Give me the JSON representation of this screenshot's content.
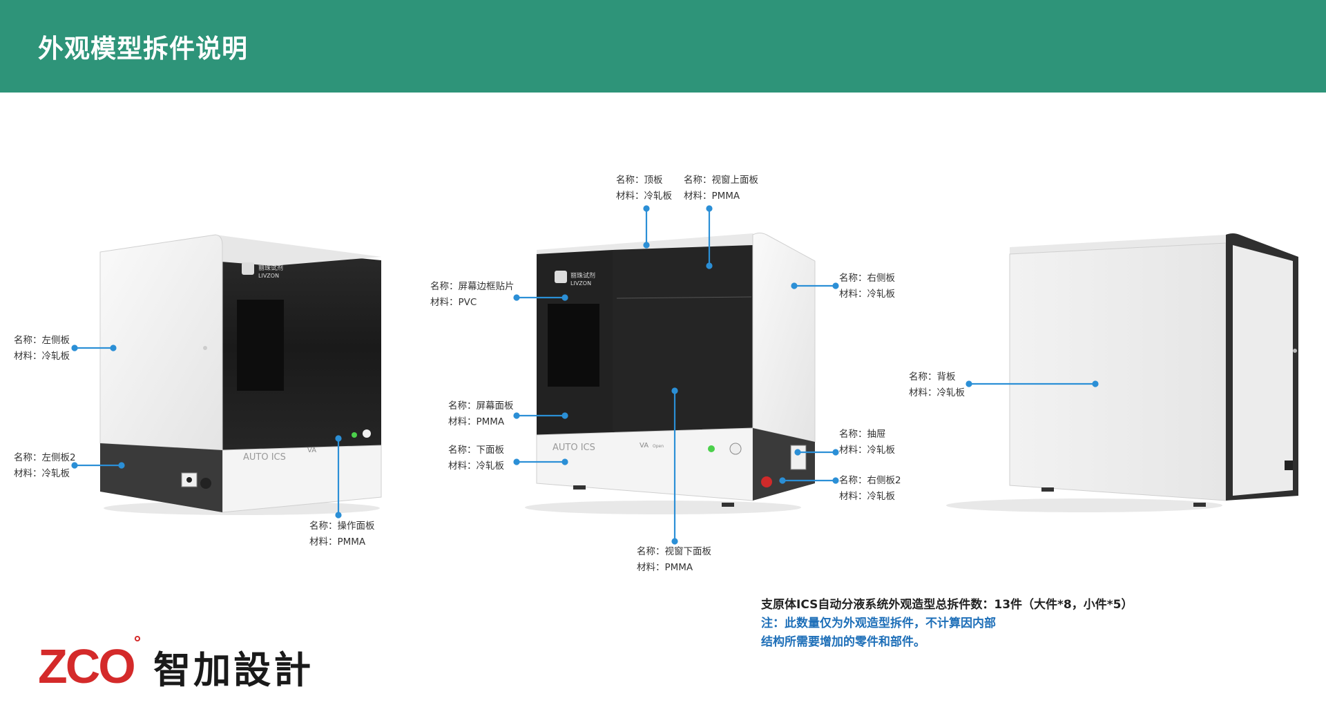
{
  "header": {
    "title": "外观模型拆件说明"
  },
  "device": {
    "brand_cn": "丽珠试剂",
    "brand_en": "LIVZON",
    "model_text": "AUTO  ICS",
    "va_text": "VA",
    "va_sub": "Open"
  },
  "callouts": {
    "left_panel": {
      "name": "名称：左侧板",
      "material": "材料：冷轧板"
    },
    "left_panel2": {
      "name": "名称：左侧板2",
      "material": "材料：冷轧板"
    },
    "control_panel": {
      "name": "名称：操作面板",
      "material": "材料：PMMA"
    },
    "top_panel": {
      "name": "名称：顶板",
      "material": "材料：冷轧板"
    },
    "window_upper": {
      "name": "名称：视窗上面板",
      "material": "材料：PMMA"
    },
    "screen_frame": {
      "name": "名称：屏幕边框贴片",
      "material": "材料：PVC"
    },
    "right_panel": {
      "name": "名称：右侧板",
      "material": "材料：冷轧板"
    },
    "screen_panel": {
      "name": "名称：屏幕面板",
      "material": "材料：PMMA"
    },
    "lower_panel": {
      "name": "名称：下面板",
      "material": "材料：冷轧板"
    },
    "drawer": {
      "name": "名称：抽屉",
      "material": "材料：冷轧板"
    },
    "right_panel2": {
      "name": "名称：右侧板2",
      "material": "材料：冷轧板"
    },
    "window_lower": {
      "name": "名称：视窗下面板",
      "material": "材料：PMMA"
    },
    "back_panel": {
      "name": "名称：背板",
      "material": "材料：冷轧板"
    }
  },
  "summary": {
    "total": "支原体ICS自动分液系统外观造型总拆件数：13件（大件*8，小件*5）",
    "note_line1": "注：此数量仅为外观造型拆件，不计算因内部",
    "note_line2": "结构所需要增加的零件和部件。"
  },
  "logo": {
    "mark": "ZCO",
    "degree": "°",
    "text": "智加設計"
  },
  "colors": {
    "header": "#2e9479",
    "leader": "#2b8fd6",
    "note": "#1e6fb8",
    "logo_red": "#d42a2a"
  }
}
